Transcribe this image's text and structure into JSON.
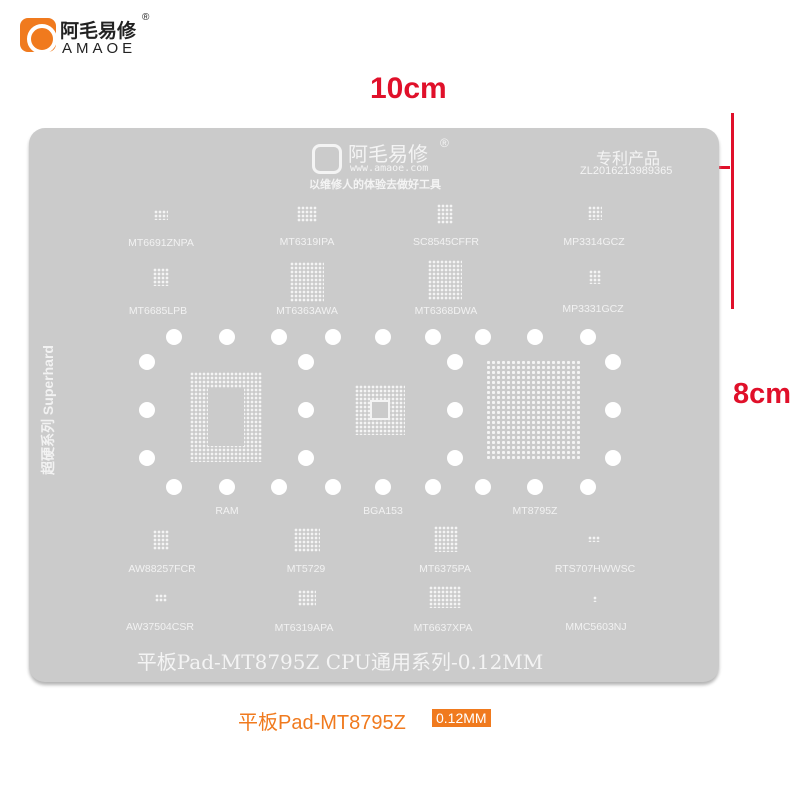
{
  "brand": {
    "name_cn": "阿毛易修",
    "registered": "®",
    "name_en": "AMAOE"
  },
  "dimensions": {
    "width": "10cm",
    "height": "8cm"
  },
  "stencil": {
    "header": {
      "name_cn": "阿毛易修",
      "registered": "®",
      "url": "www.amaoe.com",
      "slogan": "以维修人的体验去做好工具"
    },
    "patent": {
      "label": "专利产品",
      "number": "ZL2016213989365"
    },
    "side_text": "超硬系列 Superhard",
    "chips_row1": [
      "MT6691ZNPA",
      "MT6319IPA",
      "SC8545CFFR",
      "MP3314GCZ"
    ],
    "chips_row2": [
      "MT6685LPB",
      "MT6363AWA",
      "MT6368DWA",
      "MP3331GCZ"
    ],
    "main_chips": [
      "RAM",
      "BGA153",
      "MT8795Z"
    ],
    "chips_row3": [
      "AW88257FCR",
      "MT5729",
      "MT6375PA",
      "RTS707HWWSC"
    ],
    "chips_row4": [
      "AW37504CSR",
      "MT6319APA",
      "MT6637XPA",
      "MMC5603NJ"
    ],
    "title": "平板Pad-MT8795Z CPU通用系列-0.12MM"
  },
  "caption": {
    "name": "平板Pad-MT8795Z",
    "thickness": "0.12MM"
  }
}
